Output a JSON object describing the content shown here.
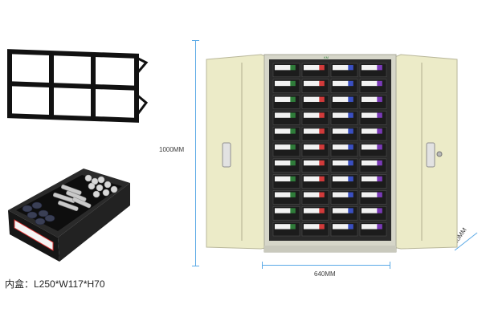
{
  "dimensions": {
    "height_label": "1000MM",
    "width_label": "640MM",
    "depth_label": "310MM"
  },
  "caption": "内盒：L250*W117*H70",
  "cabinet": {
    "columns": 4,
    "rows": 11,
    "door_color": "#e8e6c2",
    "frame_color": "#d4d4c6",
    "drawer_color": "#1c1c1c",
    "label_color": "#f2f2f2",
    "accent_colors": [
      "#2f7d3a",
      "#d23a3a",
      "#3a4fc2",
      "#7a3ab8"
    ],
    "brand_label": "KM"
  },
  "colors": {
    "dimension_line": "#5aa9e6",
    "divider": "#111111",
    "bin": "#1a1a1a"
  }
}
